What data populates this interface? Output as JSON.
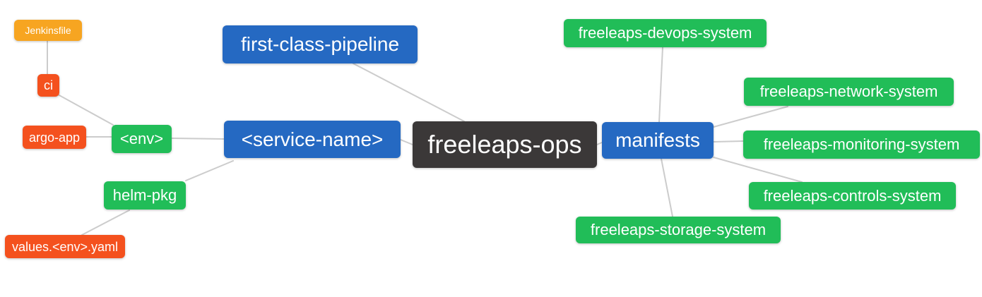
{
  "diagram": {
    "type": "mindmap",
    "colors": {
      "background": "#ffffff",
      "edge": "#cccccc",
      "text": "#ffffff",
      "root": "#3B3838",
      "level1": "#2569C2",
      "level2": "#21BD58",
      "level3": "#F4511E",
      "level4": "#F7A521"
    },
    "nodes": {
      "freeleaps_ops": {
        "label": "freeleaps-ops",
        "level": "root"
      },
      "first_class_pipeline": {
        "label": "first-class-pipeline",
        "level": "level1"
      },
      "service_name": {
        "label": "<service-name>",
        "level": "level1"
      },
      "manifests": {
        "label": "manifests",
        "level": "level1"
      },
      "env": {
        "label": "<env>",
        "level": "level2"
      },
      "helm_pkg": {
        "label": "helm-pkg",
        "level": "level2"
      },
      "ci": {
        "label": "ci",
        "level": "level3"
      },
      "argo_app": {
        "label": "argo-app",
        "level": "level3"
      },
      "values_env_yaml": {
        "label": "values.<env>.yaml",
        "level": "level3"
      },
      "jenkinsfile": {
        "label": "Jenkinsfile",
        "level": "level4"
      },
      "devops_system": {
        "label": "freeleaps-devops-system",
        "level": "level2"
      },
      "network_system": {
        "label": "freeleaps-network-system",
        "level": "level2"
      },
      "monitoring_system": {
        "label": "freeleaps-monitoring-system",
        "level": "level2"
      },
      "controls_system": {
        "label": "freeleaps-controls-system",
        "level": "level2"
      },
      "storage_system": {
        "label": "freeleaps-storage-system",
        "level": "level2"
      }
    },
    "edges": [
      {
        "from": "ci",
        "to": "jenkinsfile"
      },
      {
        "from": "env",
        "to": "ci"
      },
      {
        "from": "env",
        "to": "argo_app"
      },
      {
        "from": "service_name",
        "to": "env"
      },
      {
        "from": "service_name",
        "to": "helm_pkg"
      },
      {
        "from": "helm_pkg",
        "to": "values_env_yaml"
      },
      {
        "from": "freeleaps_ops",
        "to": "first_class_pipeline"
      },
      {
        "from": "freeleaps_ops",
        "to": "service_name"
      },
      {
        "from": "freeleaps_ops",
        "to": "manifests"
      },
      {
        "from": "manifests",
        "to": "devops_system"
      },
      {
        "from": "manifests",
        "to": "network_system"
      },
      {
        "from": "manifests",
        "to": "monitoring_system"
      },
      {
        "from": "manifests",
        "to": "controls_system"
      },
      {
        "from": "manifests",
        "to": "storage_system"
      }
    ]
  }
}
